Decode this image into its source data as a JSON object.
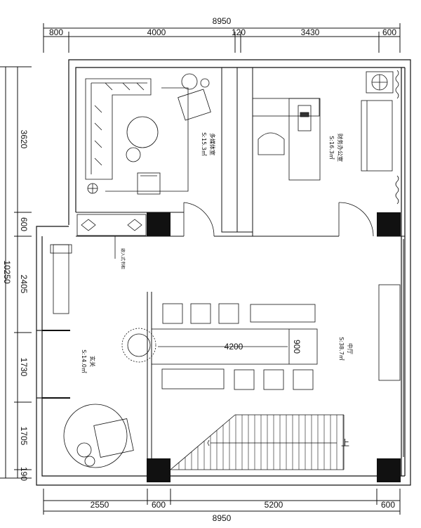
{
  "dimensions": {
    "top_total": "8950",
    "top_segments": [
      "800",
      "4000",
      "120",
      "3430",
      "600"
    ],
    "bottom_total": "8950",
    "bottom_segments": [
      "2550",
      "600",
      "5200",
      "600"
    ],
    "left_total": "10250",
    "left_segments": [
      "3620",
      "600",
      "2405",
      "1730",
      "1705",
      "190"
    ]
  },
  "rooms": {
    "multimedia": {
      "name": "多媒体室",
      "area": "S:15.3㎡"
    },
    "finance": {
      "name": "财务办公室",
      "area": "S:16.3㎡"
    },
    "foyer": {
      "name": "玄关",
      "area": "S:14.0㎡"
    },
    "hall": {
      "name": "中厅",
      "area": "S:38.7㎡"
    }
  },
  "annotations": {
    "cabinet": "嵌入式书柜",
    "table_length": "4200",
    "table_width": "900",
    "stair_up": "上"
  }
}
